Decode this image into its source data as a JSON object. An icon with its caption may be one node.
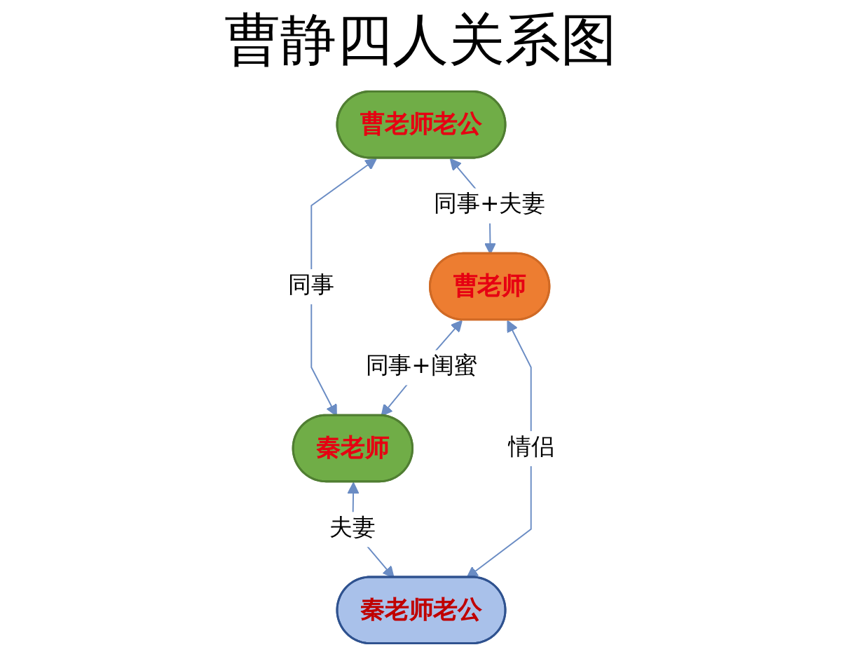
{
  "diagram": {
    "title": "曹静四人关系图",
    "nodes": [
      {
        "text": [
          "曹老师老公"
        ]
      },
      {
        "text": [
          "秦老师"
        ]
      },
      {
        "text": [
          "曹老师"
        ]
      },
      {
        "text": [
          "秦老师老公"
        ]
      }
    ],
    "edges": [
      {
        "from": 0,
        "to": 1,
        "arrow": "both",
        "label": "同事"
      },
      {
        "from": 0,
        "to": 2,
        "arrow": "both",
        "label": "同事+夫妻"
      },
      {
        "from": 2,
        "to": 1,
        "arrow": "both",
        "label": "同事+闺蜜"
      },
      {
        "from": 1,
        "to": 3,
        "arrow": "both",
        "label": "夫妻"
      },
      {
        "from": 2,
        "to": 3,
        "arrow": "both",
        "label": "情侣"
      }
    ]
  }
}
